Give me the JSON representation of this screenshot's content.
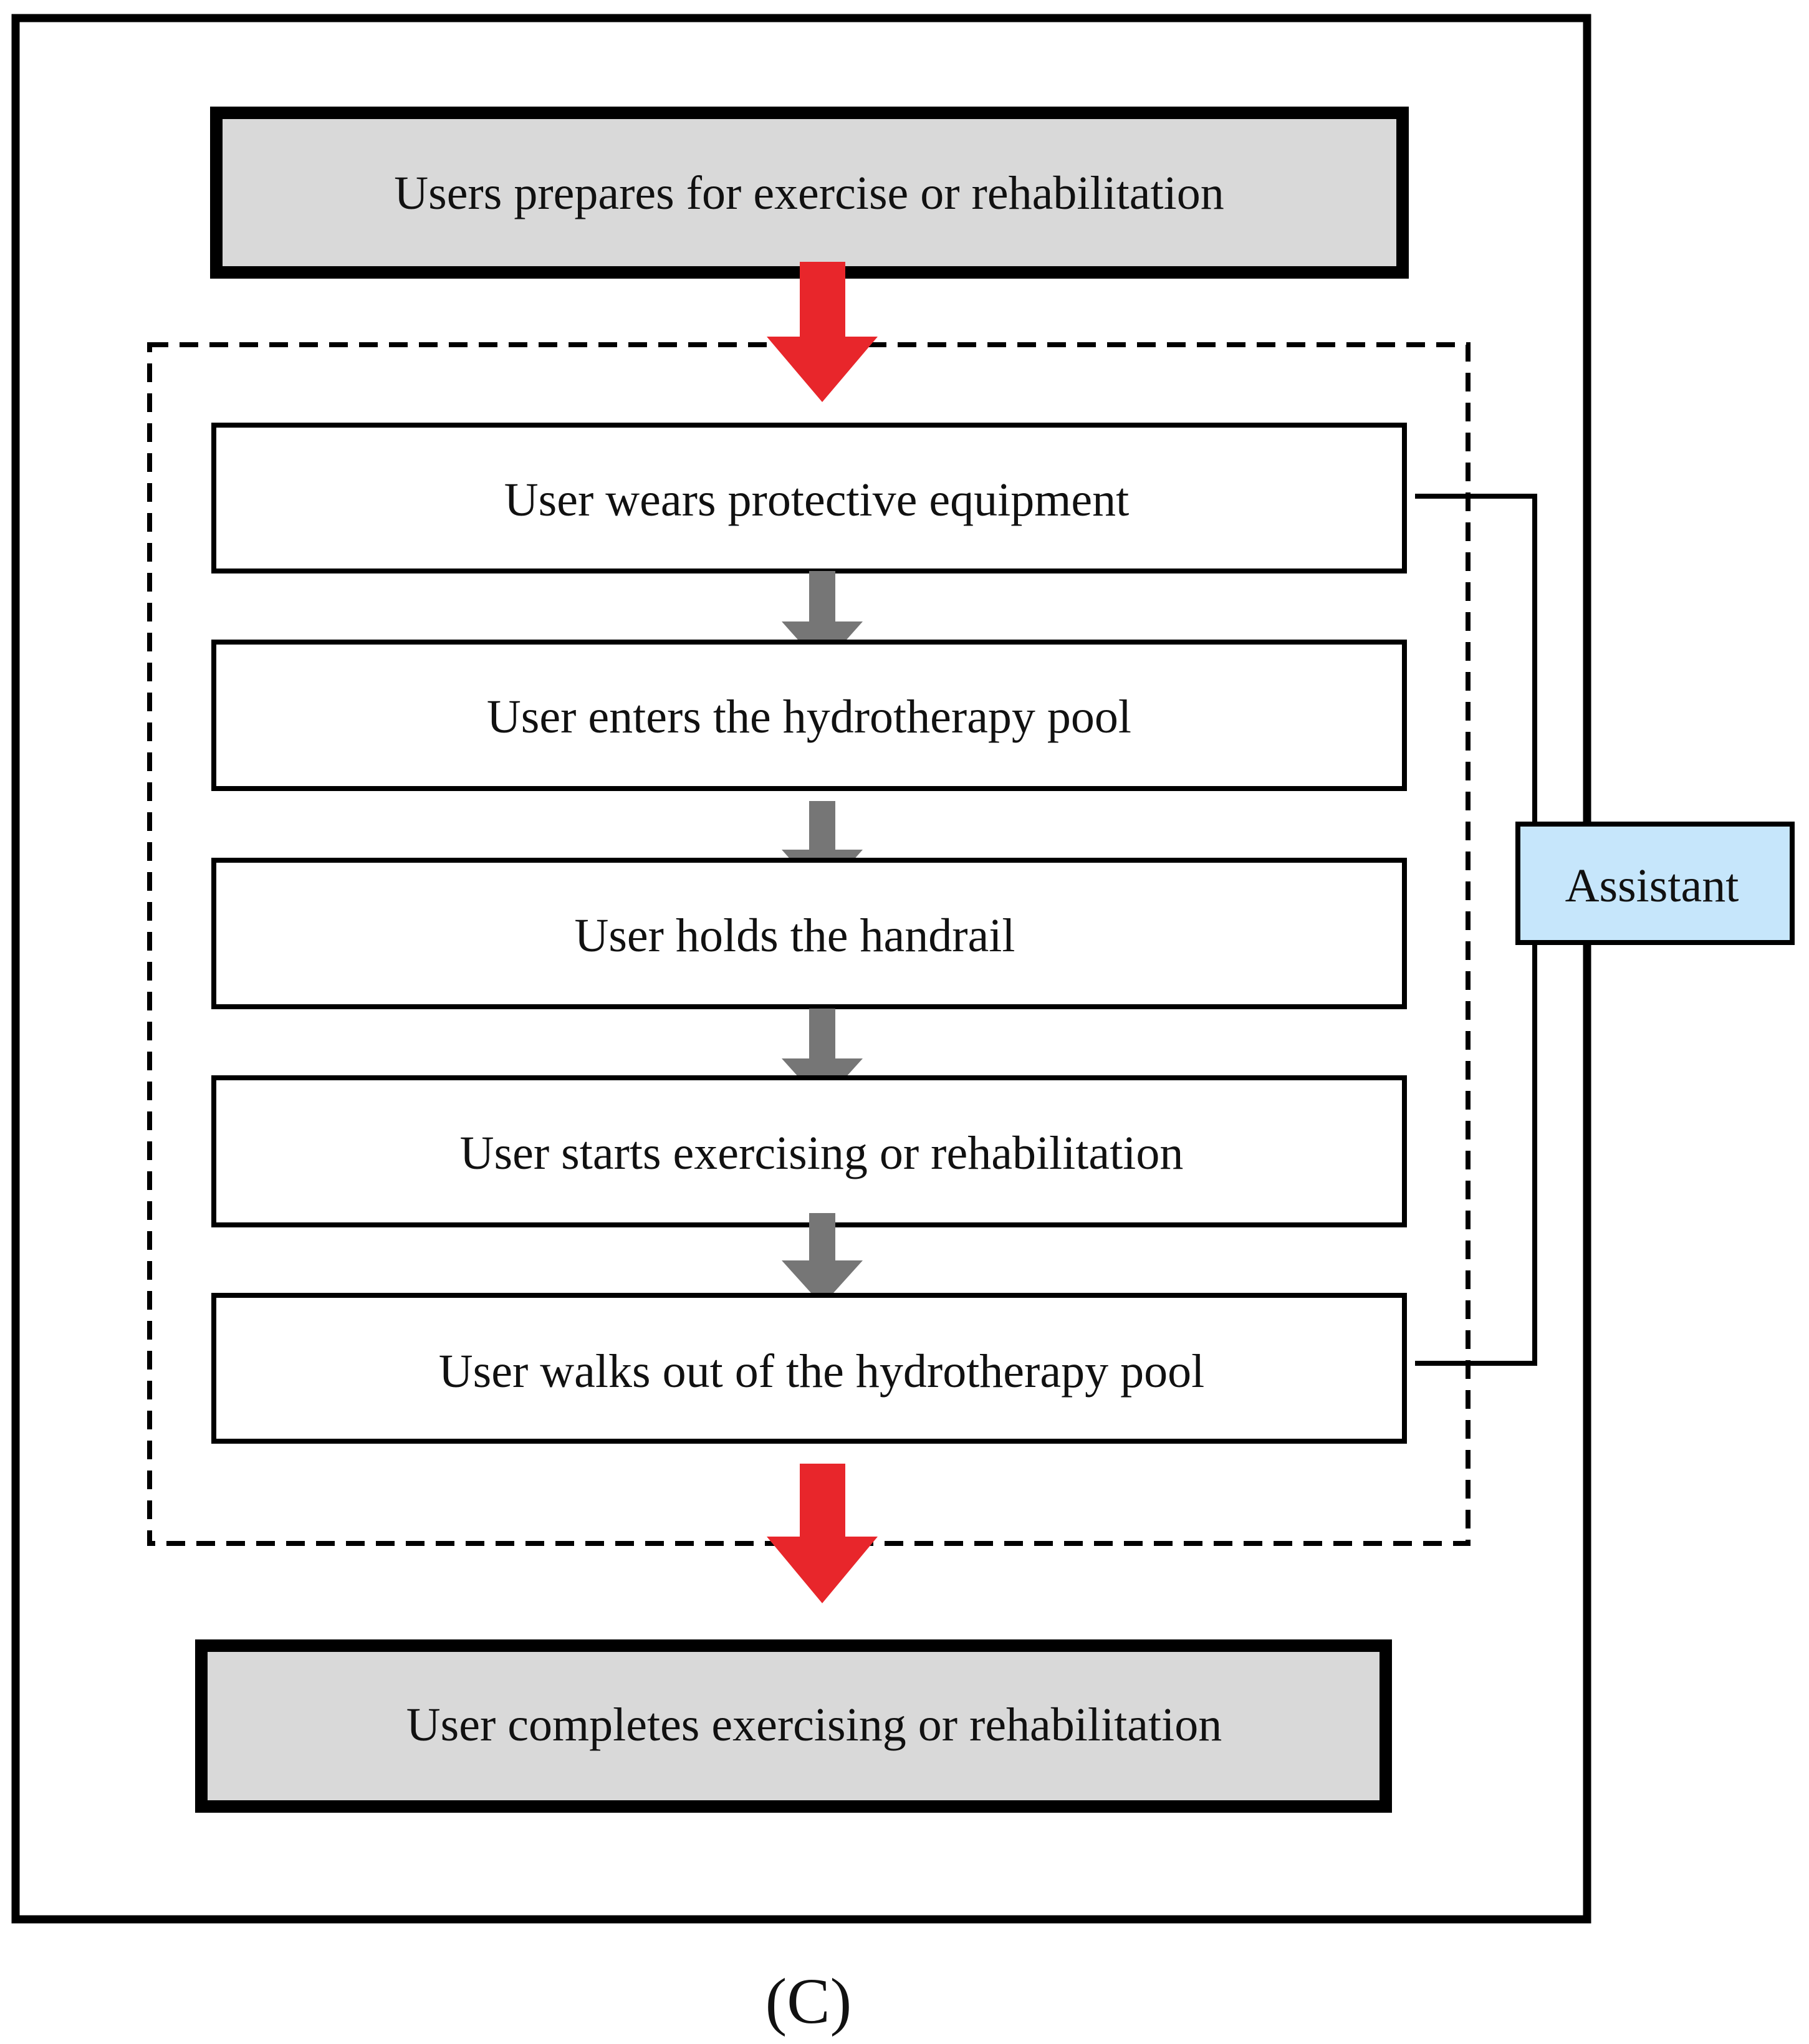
{
  "diagram": {
    "start": "Users prepares for exercise or rehabilitation",
    "steps": [
      "User wears protective equipment",
      "User enters the hydrotherapy pool",
      "User holds the handrail",
      "User starts exercising or rehabilitation",
      "User walks out of the hydrotherapy pool"
    ],
    "end": "User completes exercising or rehabilitation",
    "assistant": "Assistant",
    "caption": "(C)"
  },
  "colors": {
    "terminal_fill": "#d9d9d9",
    "assistant_fill": "#c6e6fb",
    "main_arrow": "#e8262b",
    "step_arrow": "#767676",
    "line": "#000000"
  }
}
